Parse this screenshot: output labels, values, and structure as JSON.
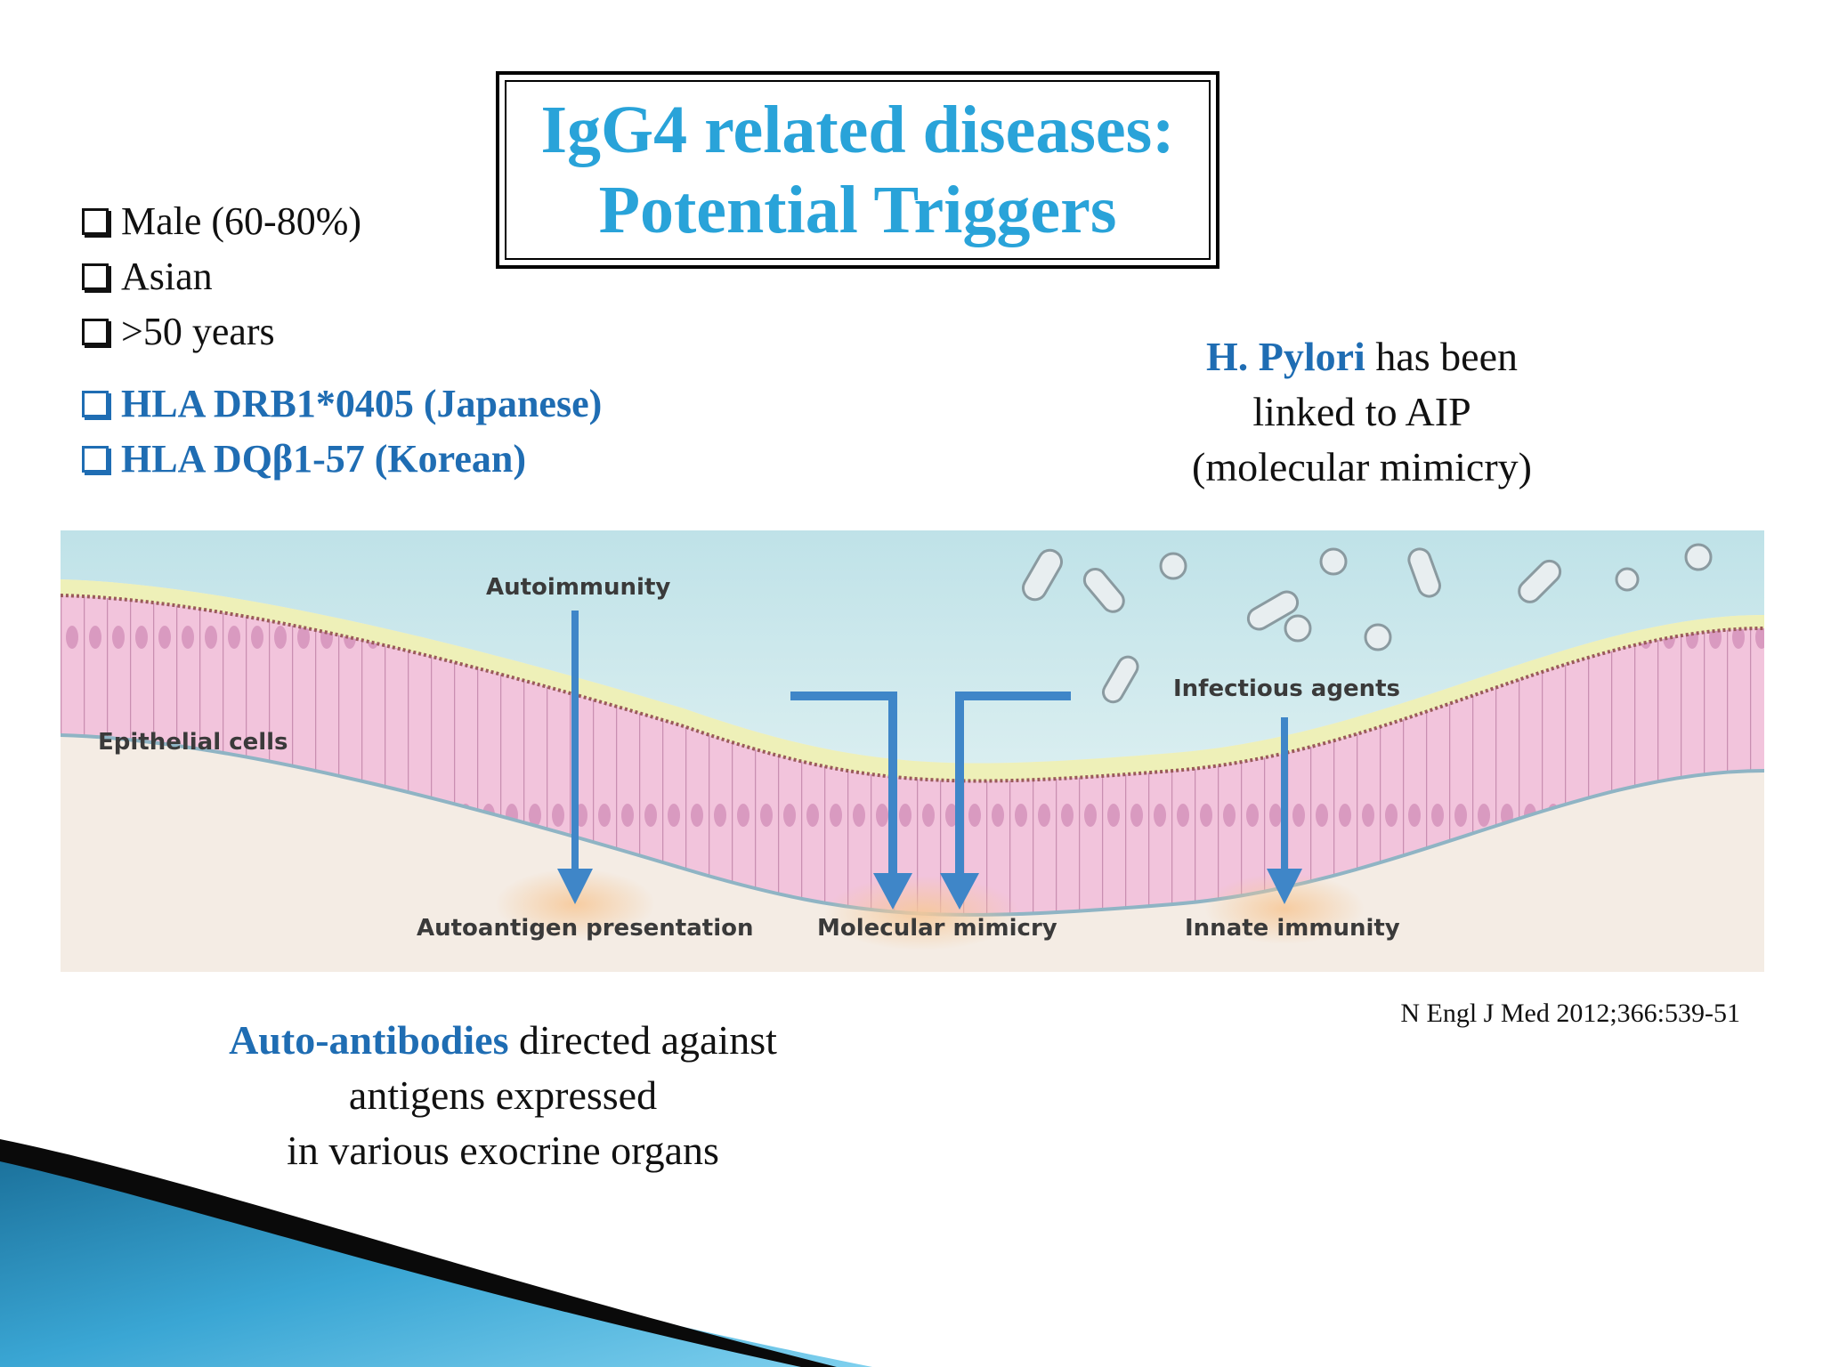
{
  "title": {
    "line1": "IgG4 related diseases:",
    "line2": "Potential Triggers"
  },
  "risk_factors": [
    "Male (60-80%)",
    "Asian",
    ">50 years"
  ],
  "genetic_factors": [
    "HLA DRB1*0405 (Japanese)",
    "HLA DQβ1-57 (Korean)"
  ],
  "h_pylori": {
    "highlight": "H. Pylori",
    "rest_line1": " has been",
    "line2": "linked to AIP",
    "line3": "(molecular mimicry)"
  },
  "figure": {
    "labels": {
      "autoimmunity": "Autoimmunity",
      "epithelial": "Epithelial cells",
      "infectious": "Infectious agents",
      "autoantigen": "Autoantigen presentation",
      "mimicry": "Molecular mimicry",
      "innate": "Innate immunity"
    },
    "colors": {
      "cells": "#f2c4dc",
      "lumen": "#c9e6ea",
      "arrow": "#3f86c8",
      "stroma": "#f4ece4"
    }
  },
  "citation": "N Engl J Med 2012;366:539-51",
  "auto_antibodies": {
    "highlight": "Auto-antibodies",
    "rest_line1": " directed against",
    "line2": "antigens expressed",
    "line3": "in various exocrine organs"
  }
}
